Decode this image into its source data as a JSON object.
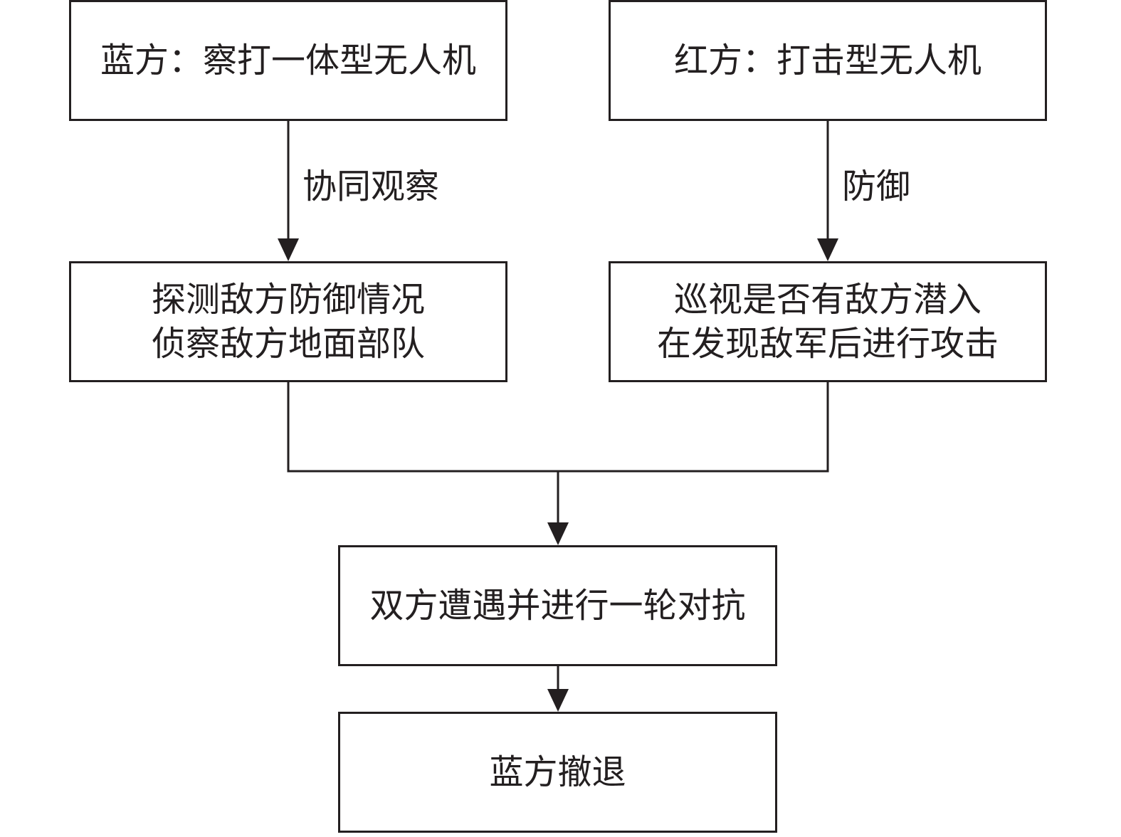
{
  "nodes": {
    "blue_uav": {
      "text": "蓝方：察打一体型无人机"
    },
    "red_uav": {
      "text": "红方：打击型无人机"
    },
    "blue_task": {
      "line1": "探测敌方防御情况",
      "line2": "侦察敌方地面部队"
    },
    "red_task": {
      "line1": "巡视是否有敌方潜入",
      "line2": "在发现敌军后进行攻击"
    },
    "encounter": {
      "text": "双方遭遇并进行一轮对抗"
    },
    "retreat": {
      "text": "蓝方撤退"
    }
  },
  "edges": {
    "blue_label": "协同观察",
    "red_label": "防御"
  },
  "colors": {
    "stroke": "#231f20",
    "background": "#ffffff"
  }
}
